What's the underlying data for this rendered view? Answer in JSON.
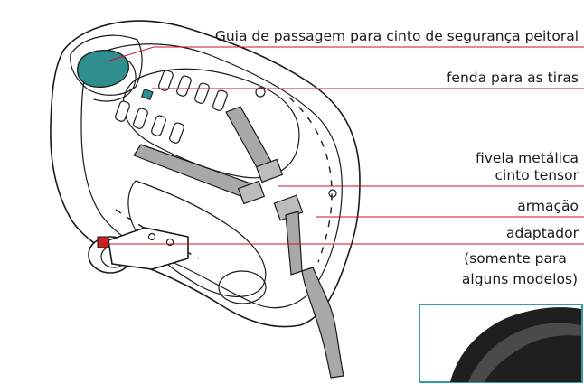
{
  "labels": {
    "chest_guide": "Guia de passagem para cinto de segurança peitoral",
    "strap_slot": "fenda para as tiras",
    "metal_buckle": "fivela metálica",
    "tensioner_belt": "cinto tensor",
    "frame": "armação",
    "adapter_line1": "adaptador",
    "adapter_line2": "(somente para",
    "adapter_line3": "alguns modelos)"
  },
  "colors": {
    "leader_line": "#c8102e",
    "strap_fill": "#a8a8a8",
    "guide_teal": "#2f8f8f",
    "lock_red": "#d01f1f",
    "inset_border": "#3a9aa0",
    "inset_dark": "#1f1f1f"
  }
}
